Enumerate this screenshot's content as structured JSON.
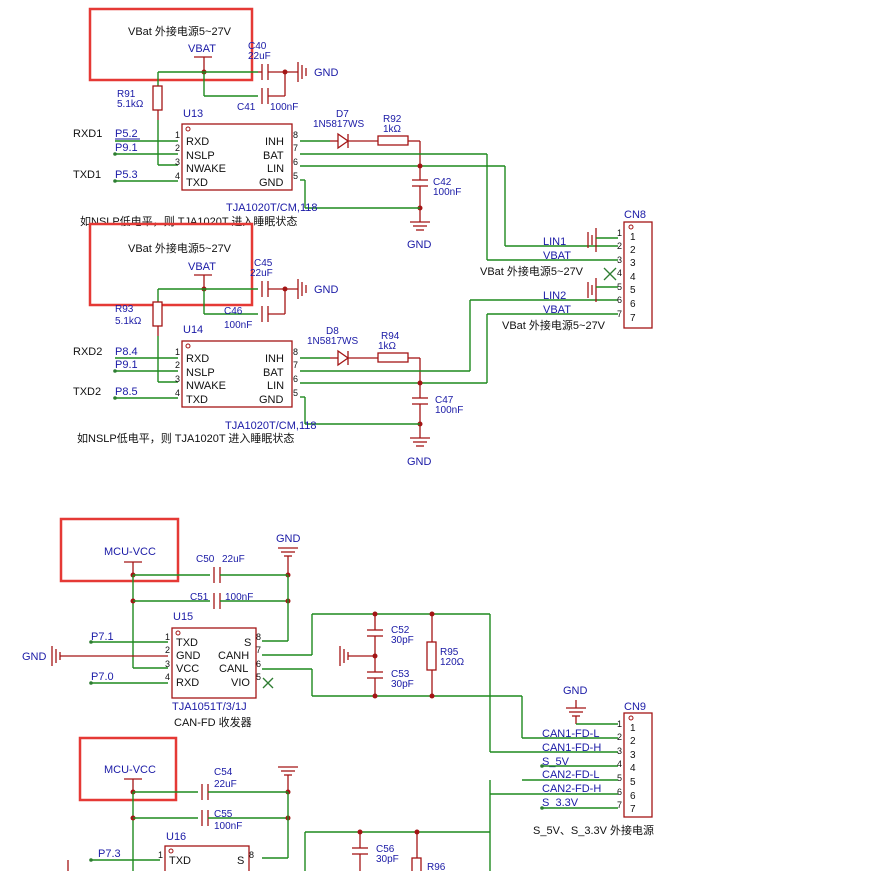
{
  "block1": {
    "hl_title": "VBat 外接电源5~27V",
    "vbat": "VBAT",
    "c40": "C40",
    "c40v": "22uF",
    "gnd": "GND",
    "r91": "R91",
    "r91v": "5.1kΩ",
    "c41": "C41",
    "c41v": "100nF",
    "u": "U13",
    "d": "D7",
    "dv": "1N5817WS",
    "r": "R92",
    "rv": "1kΩ",
    "c42": "C42",
    "c42v": "100nF",
    "rxd": "RXD1",
    "txd": "TXD1",
    "p1": "P5.2",
    "p2": "P9.1",
    "p4": "P5.3",
    "pins_l": [
      "RXD",
      "NSLP",
      "NWAKE",
      "TXD"
    ],
    "pins_r": [
      "INH",
      "BAT",
      "LIN",
      "GND"
    ],
    "nl": [
      "1",
      "2",
      "3",
      "4"
    ],
    "nr": [
      "8",
      "7",
      "6",
      "5"
    ],
    "part": "TJA1020T/CM,118",
    "note": "如NSLP低电平，则 TJA1020T 进入睡眠状态"
  },
  "block2": {
    "hl_title": "VBat 外接电源5~27V",
    "vbat": "VBAT",
    "c45": "C45",
    "c45v": "22uF",
    "gnd": "GND",
    "r93": "R93",
    "r93v": "5.1kΩ",
    "c46": "C46",
    "c46v": "100nF",
    "u": "U14",
    "d": "D8",
    "dv": "1N5817WS",
    "r": "R94",
    "rv": "1kΩ",
    "c47": "C47",
    "c47v": "100nF",
    "rxd": "RXD2",
    "txd": "TXD2",
    "p1": "P8.4",
    "p2": "P9.1",
    "p4": "P8.5",
    "pins_l": [
      "RXD",
      "NSLP",
      "NWAKE",
      "TXD"
    ],
    "pins_r": [
      "INH",
      "BAT",
      "LIN",
      "GND"
    ],
    "nl": [
      "1",
      "2",
      "3",
      "4"
    ],
    "nr": [
      "8",
      "7",
      "6",
      "5"
    ],
    "part": "TJA1020T/CM,118",
    "note": "如NSLP低电平，则 TJA1020T 进入睡眠状态"
  },
  "cn8": {
    "name": "CN8",
    "pins": [
      "1",
      "2",
      "3",
      "4",
      "5",
      "6",
      "7"
    ],
    "outer": [
      "1",
      "2",
      "3",
      "4",
      "5",
      "6",
      "7"
    ],
    "lin1": "LIN1",
    "vbat1": "VBAT",
    "lin2": "LIN2",
    "vbat2": "VBAT",
    "note1": "VBat 外接电源5~27V",
    "note2": "VBat 外接电源5~27V"
  },
  "block3": {
    "hl": "MCU-VCC",
    "gnd": "GND",
    "c50": "C50",
    "c50v": "22uF",
    "c51": "C51",
    "c51v": "100nF",
    "u": "U15",
    "p1": "P7.1",
    "p4": "P7.0",
    "gnd_l": "GND",
    "pins_l": [
      "TXD",
      "GND",
      "VCC",
      "RXD"
    ],
    "pins_r": [
      "S",
      "CANH",
      "CANL",
      "VIO"
    ],
    "nl": [
      "1",
      "2",
      "3",
      "4"
    ],
    "nr": [
      "8",
      "7",
      "6",
      "5"
    ],
    "part": "TJA1051T/3/1J",
    "desc": "CAN-FD 收发器",
    "c52": "C52",
    "c52v": "30pF",
    "c53": "C53",
    "c53v": "30pF",
    "r95": "R95",
    "r95v": "120Ω"
  },
  "cn9": {
    "name": "CN9",
    "gnd": "GND",
    "pins": [
      "1",
      "2",
      "3",
      "4",
      "5",
      "6",
      "7"
    ],
    "outer": [
      "1",
      "2",
      "3",
      "4",
      "5",
      "6",
      "7"
    ],
    "nets": [
      "CAN1-FD-L",
      "CAN1-FD-H",
      "S_5V",
      "CAN2-FD-L",
      "CAN2-FD-H",
      "S_3.3V"
    ],
    "note": "S_5V、S_3.3V 外接电源"
  },
  "block4": {
    "hl": "MCU-VCC",
    "c54": "C54",
    "c54v": "22uF",
    "c55": "C55",
    "c55v": "100nF",
    "u": "U16",
    "p1": "P7.3",
    "pin1": "TXD",
    "n1": "1",
    "pin8": "S",
    "n8": "8",
    "c56": "C56",
    "c56v": "30pF",
    "r96": "R96"
  }
}
